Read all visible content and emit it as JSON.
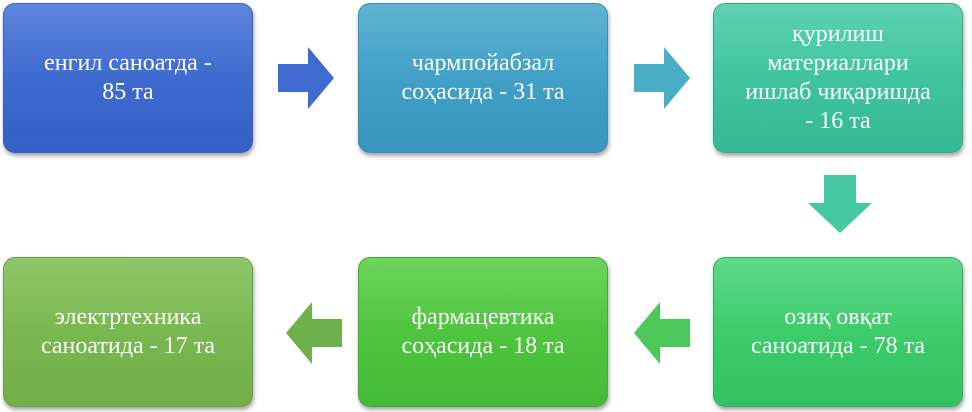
{
  "nodes": [
    {
      "text": "енгил саноатда  -\n85 та"
    },
    {
      "text": "чармпойабзал\nсоҳасида  - 31 та"
    },
    {
      "text": "қурилиш\nматериаллари\nишлаб чиқаришда\n- 16 та"
    },
    {
      "text": "озиқ овқат\nсаноатида - 78 та"
    },
    {
      "text": "фармацевтика\nсоҳасида  - 18 та"
    },
    {
      "text": "электртехника\nсаноатида  - 17 та"
    }
  ],
  "colors": {
    "node1": "#4573d5",
    "node2": "#47a5ca",
    "node3": "#45c8a5",
    "node4": "#42d071",
    "node5": "#54c845",
    "node6": "#7fbc56",
    "arrow1": "#3f6bd0",
    "arrow2": "#4aaec8",
    "arrow3": "#46c8a0",
    "arrow4": "#4cc85a",
    "arrow5": "#6db04c"
  }
}
